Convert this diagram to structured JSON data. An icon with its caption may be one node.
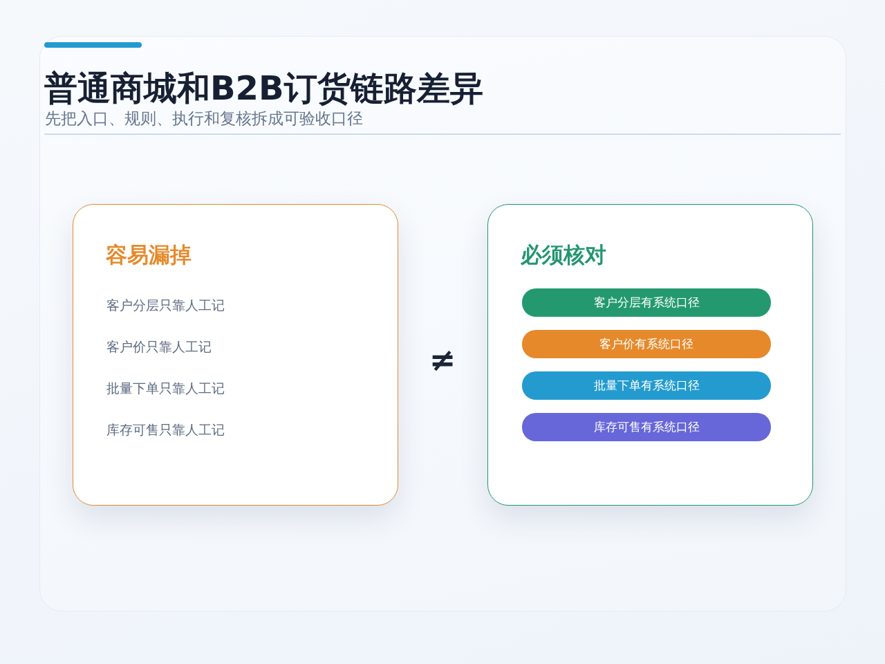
{
  "diagram": {
    "title": "普通商城和B2B订货链路差异",
    "nodes": [
      {
        "text": [
          "容易漏掉",
          "客户分层只靠人工记",
          "客户价只靠人工记",
          "批量下单只靠人工记",
          "库存可售只靠人工记"
        ]
      },
      {
        "text": [
          "必须核对"
        ]
      },
      {
        "text": [
          "客户分层有系统口径"
        ],
        "in": 1
      },
      {
        "text": [
          "客户价有系统口径"
        ],
        "in": 1
      },
      {
        "text": [
          "批量下单有系统口径"
        ],
        "in": 1
      },
      {
        "text": [
          "库存可售有系统口径"
        ],
        "in": 1
      }
    ],
    "labels": [
      "先把入口、规则、执行和复核拆成可验收口径",
      "≠"
    ]
  }
}
